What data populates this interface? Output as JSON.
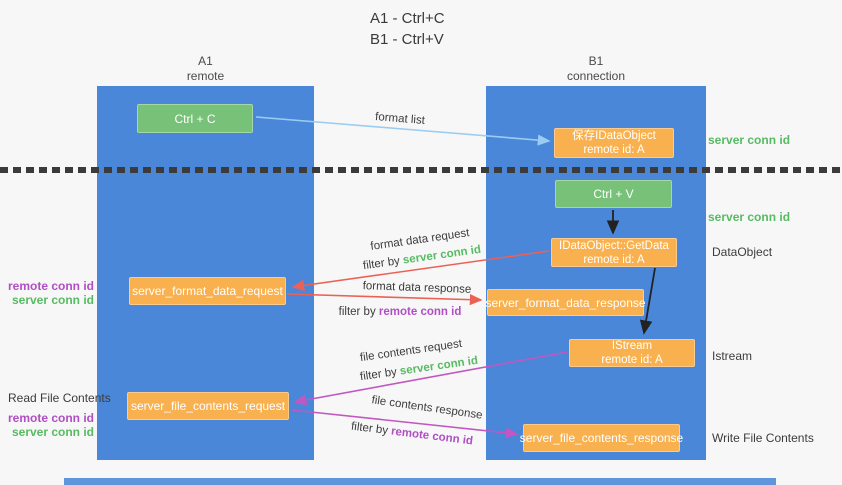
{
  "title": {
    "line1": "A1 - Ctrl+C",
    "line2": "B1 - Ctrl+V"
  },
  "lanes": {
    "a1": {
      "name": "A1",
      "role": "remote"
    },
    "b1": {
      "name": "B1",
      "role": "connection"
    }
  },
  "boxes": {
    "ctrl_c": {
      "label": "Ctrl + C"
    },
    "save_idataobject": {
      "line1": "保存IDataObject",
      "line2": "remote id: A"
    },
    "ctrl_v": {
      "label": "Ctrl + V"
    },
    "getdata": {
      "line1": "IDataObject::GetData",
      "line2": "remote id: A"
    },
    "format_request": {
      "label": "server_format_data_request"
    },
    "format_response": {
      "label": "server_format_data_response"
    },
    "istream": {
      "line1": "IStream",
      "line2": "remote id: A"
    },
    "file_request": {
      "label": "server_file_contents_request"
    },
    "file_response": {
      "label": "server_file_contents_response"
    }
  },
  "side_labels": {
    "server_conn_id_top": "server conn id",
    "server_conn_id_mid": "server conn id",
    "dataobject": "DataObject",
    "istream": "Istream",
    "write_file_contents": "Write File Contents",
    "read_file_contents": "Read File Contents",
    "remote_conn_id_1": "remote conn id",
    "server_conn_id_1": "server conn id",
    "remote_conn_id_2": "remote conn id",
    "server_conn_id_2": "server conn id"
  },
  "arrow_labels": {
    "format_list": "format list",
    "format_data_request": "format data request",
    "format_data_response": "format data response",
    "file_contents_request": "file contents request",
    "file_contents_response": "file contents response",
    "filter_by": "filter by",
    "server_conn_id": "server conn id",
    "remote_conn_id": "remote conn id"
  },
  "colors": {
    "lane_blue": "#4a87d8",
    "green_box": "#77c278",
    "orange_box": "#f9b04e",
    "green_text": "#57bb63",
    "purple_text": "#b04fc4",
    "red_arrow": "#ec6156",
    "magenta_arrow": "#c157c1",
    "light_blue_arrow": "#9bcdf2",
    "black_arrow": "#222222",
    "background": "#f7f7f7"
  }
}
